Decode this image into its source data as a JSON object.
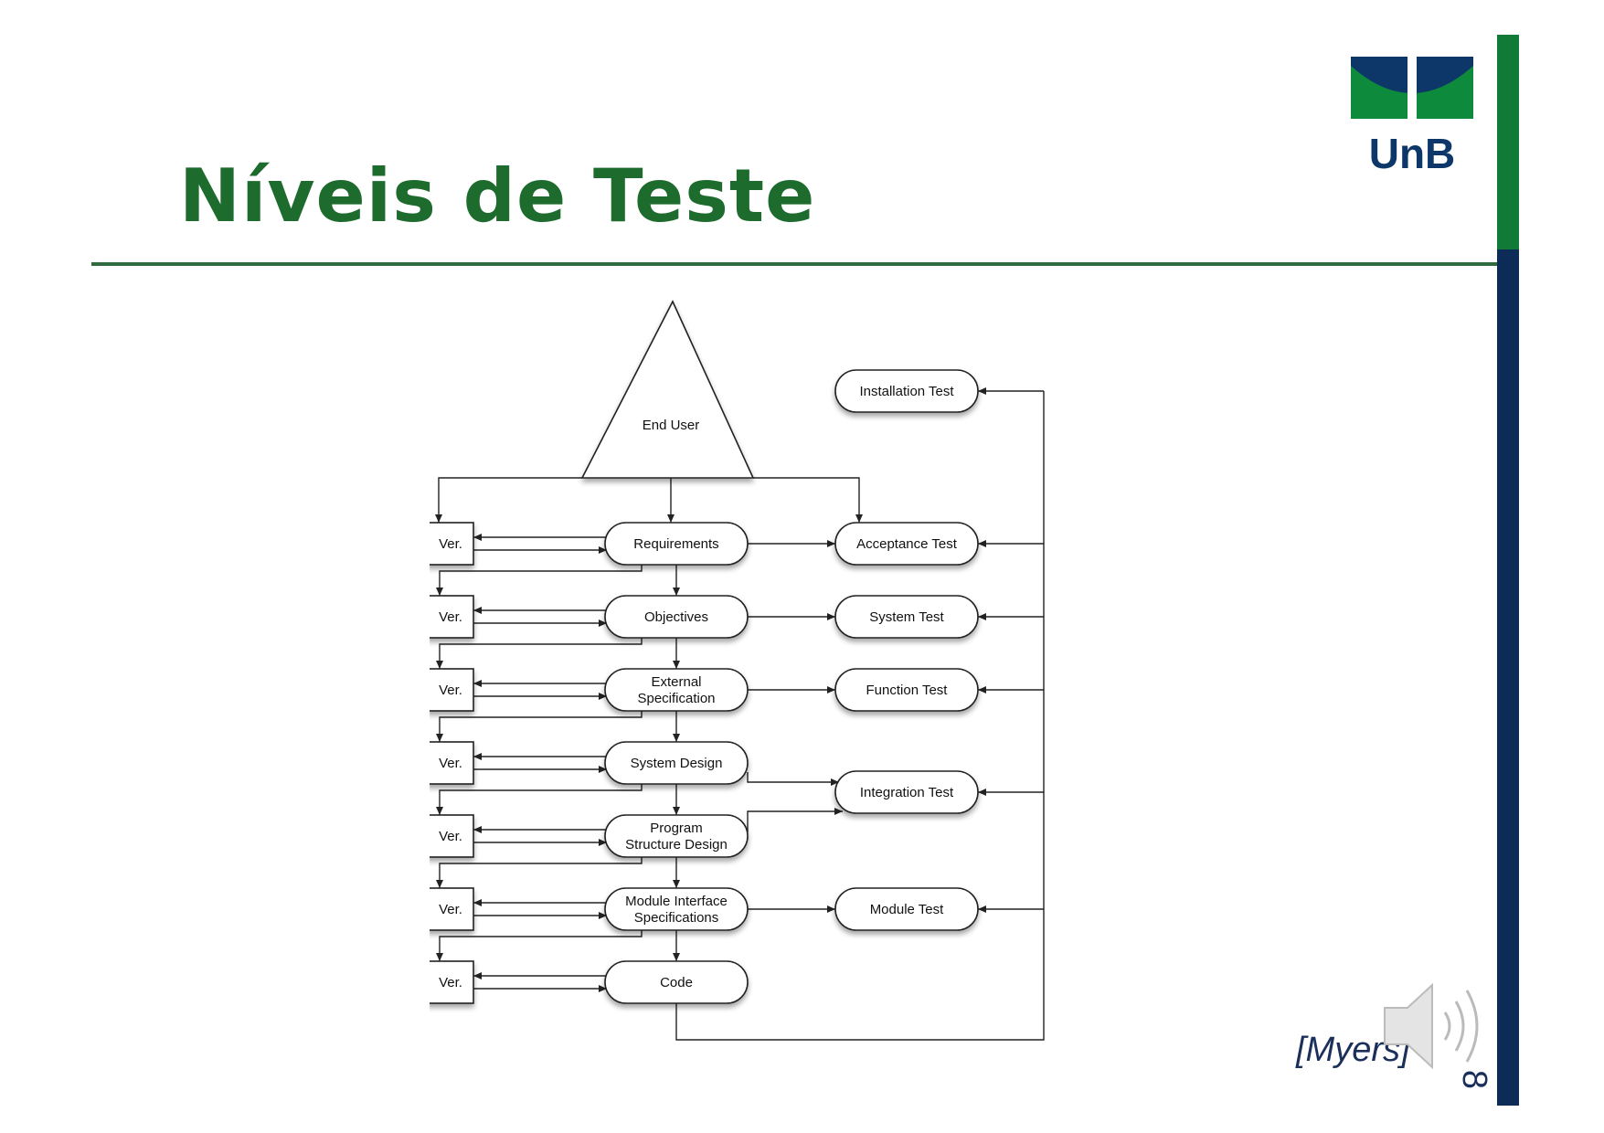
{
  "title": "Níveis de Teste",
  "logo": {
    "text": "UnB"
  },
  "citation": "[Myers]",
  "page_number": "8",
  "colors": {
    "title_green": "#1e6b2e",
    "rule": "#2e6b3e",
    "bar_green": "#127a37",
    "bar_navy": "#0c2c57",
    "logo_navy": "#0c3768",
    "logo_green": "#0d8a3c",
    "citation": "#1a2f5a"
  },
  "icons": {
    "speaker": "speaker-icon"
  },
  "diagram": {
    "apex": "End User",
    "verify_label": "Ver.",
    "left_column": [
      {
        "lines": [
          "Requirements"
        ]
      },
      {
        "lines": [
          "Objectives"
        ]
      },
      {
        "lines": [
          "External",
          "Specification"
        ]
      },
      {
        "lines": [
          "System Design"
        ]
      },
      {
        "lines": [
          "Program",
          "Structure Design"
        ]
      },
      {
        "lines": [
          "Module Interface",
          "Specifications"
        ]
      },
      {
        "lines": [
          "Code"
        ]
      }
    ],
    "right_column": [
      {
        "lines": [
          "Installation Test"
        ]
      },
      {
        "lines": [
          "Acceptance Test"
        ]
      },
      {
        "lines": [
          "System Test"
        ]
      },
      {
        "lines": [
          "Function Test"
        ]
      },
      {
        "lines": [
          "Integration Test"
        ]
      },
      {
        "lines": [
          "Module Test"
        ]
      }
    ]
  }
}
